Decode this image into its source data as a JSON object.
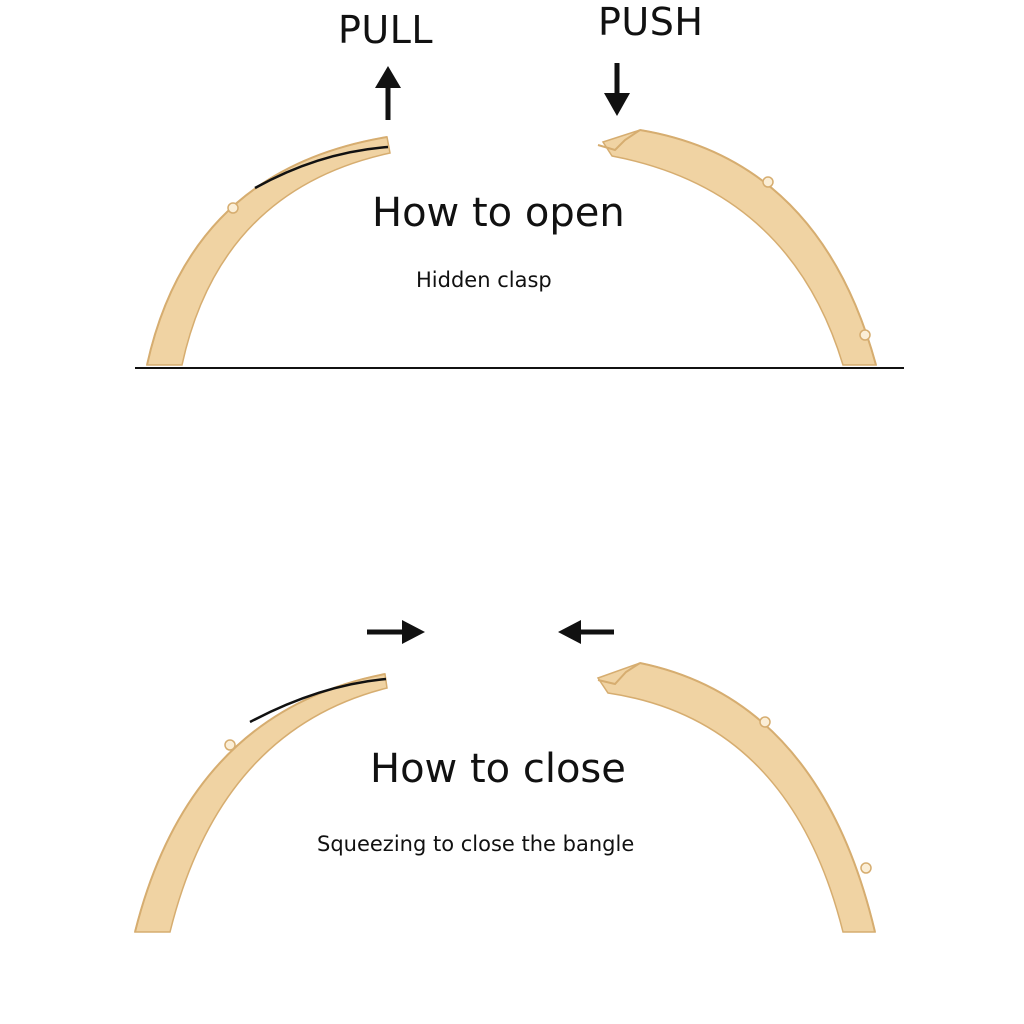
{
  "open_section": {
    "pull_label": "PULL",
    "push_label": "PUSH",
    "title": "How to open",
    "subtitle": "Hidden clasp"
  },
  "close_section": {
    "title": "How to close",
    "subtitle": "Squeezing to close the bangle"
  },
  "colors": {
    "bangle_fill": "#f0d3a3",
    "bangle_edge": "#d6ad70",
    "bangle_highlight": "#fbeed6",
    "ink": "#111111",
    "background": "#ffffff"
  },
  "icons": {
    "pull": "arrow-up",
    "push": "arrow-down",
    "squeeze_left": "arrow-right",
    "squeeze_right": "arrow-left"
  }
}
